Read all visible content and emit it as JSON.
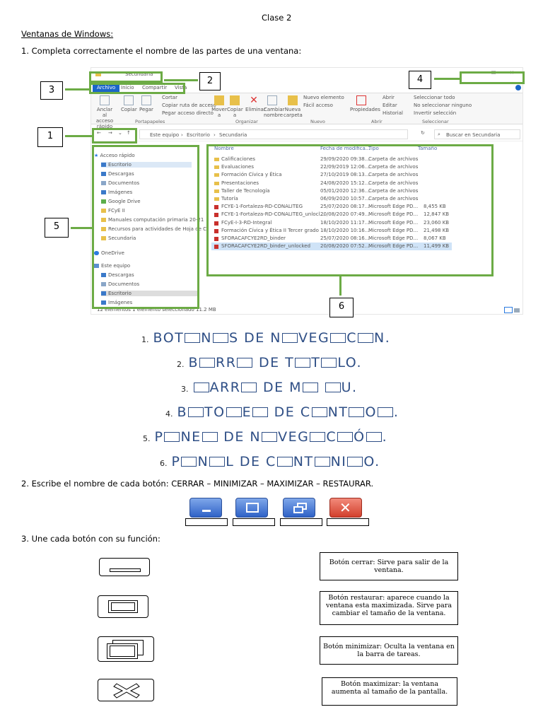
{
  "header": {
    "class_title": "Clase 2",
    "topic": "Ventanas de Windows:",
    "q1": "1. Completa correctamente el nombre de las partes de una ventana:",
    "q2": "2. Escribe el nombre de cada botón: CERRAR – MINIMIZAR – MAXIMIZAR – RESTAURAR.",
    "q3": "3. Une cada botón con su función:"
  },
  "explorer": {
    "window_title": "Secundaria",
    "tabs": [
      "Archivo",
      "Inicio",
      "Compartir",
      "Vista"
    ],
    "ribbon": {
      "pin": "Anclar al acceso rápido",
      "copy": "Copiar",
      "paste": "Pegar",
      "cut": "Cortar",
      "copy_path": "Copiar ruta de acceso",
      "paste_shortcut": "Pegar acceso directo",
      "move": "Mover a",
      "copy_to": "Copiar a",
      "delete": "Eliminar",
      "rename": "Cambiar nombre",
      "new_folder": "Nueva carpeta",
      "new_item": "Nuevo elemento",
      "easy_access": "Fácil acceso",
      "properties": "Propiedades",
      "open": "Abrir",
      "edit": "Editar",
      "history": "Historial",
      "select_all": "Seleccionar todo",
      "select_none": "No seleccionar ninguno",
      "invert": "Invertir selección",
      "groups": [
        "Portapapeles",
        "Organizar",
        "Nuevo",
        "Abrir",
        "Seleccionar"
      ]
    },
    "address": {
      "path": [
        "Este equipo",
        "Escritorio",
        "Secundaria"
      ],
      "search_placeholder": "Buscar en Secundaria"
    },
    "nav": {
      "quick_access": "Acceso rápido",
      "items": [
        "Escritorio",
        "Descargas",
        "Documentos",
        "Imágenes",
        "Google Drive",
        "FCyE II",
        "Manuales computación primaria 20-21",
        "Recursos para actividades de Hoja de C",
        "Secundaria"
      ],
      "onedrive": "OneDrive",
      "this_pc": "Este equipo",
      "pc_items": [
        "Descargas",
        "Documentos",
        "Escritorio",
        "Imágenes"
      ]
    },
    "columns": [
      "Nombre",
      "Fecha de modifica...",
      "Tipo",
      "Tamaño"
    ],
    "files": [
      {
        "name": "Calificaciones",
        "date": "29/09/2020 09:38...",
        "type": "Carpeta de archivos",
        "size": "",
        "kind": "folder"
      },
      {
        "name": "Evaluaciones",
        "date": "22/09/2019 12:06...",
        "type": "Carpeta de archivos",
        "size": "",
        "kind": "folder"
      },
      {
        "name": "Formación Cívica y Ética",
        "date": "27/10/2019 08:13...",
        "type": "Carpeta de archivos",
        "size": "",
        "kind": "folder"
      },
      {
        "name": "Presentaciones",
        "date": "24/08/2020 15:12...",
        "type": "Carpeta de archivos",
        "size": "",
        "kind": "folder"
      },
      {
        "name": "Taller de Tecnología",
        "date": "05/01/2020 12:36...",
        "type": "Carpeta de archivos",
        "size": "",
        "kind": "folder"
      },
      {
        "name": "Tutoría",
        "date": "06/09/2020 10:57...",
        "type": "Carpeta de archivos",
        "size": "",
        "kind": "folder"
      },
      {
        "name": "FCYE-1-Fortaleza-RD-CONALITEG",
        "date": "25/07/2020 08:17...",
        "type": "Microsoft Edge PD...",
        "size": "8,455 KB",
        "kind": "pdf"
      },
      {
        "name": "FCYE-1-Fortaleza-RD-CONALITEG_unlocl...",
        "date": "20/08/2020 07:49...",
        "type": "Microsoft Edge PD...",
        "size": "12,847 KB",
        "kind": "pdf"
      },
      {
        "name": "FCyE-I-3-RD-Integral",
        "date": "18/10/2020 11:17...",
        "type": "Microsoft Edge PD...",
        "size": "23,060 KB",
        "kind": "pdf"
      },
      {
        "name": "Formación Cívica y Ética II Tercer grado",
        "date": "18/10/2020 10:16...",
        "type": "Microsoft Edge PD...",
        "size": "21,498 KB",
        "kind": "pdf"
      },
      {
        "name": "SFORACAFCYE2RD_binder",
        "date": "25/07/2020 08:16...",
        "type": "Microsoft Edge PD...",
        "size": "8,067 KB",
        "kind": "pdf"
      },
      {
        "name": "SFORACAFCYE2RD_binder_unlocked",
        "date": "20/08/2020 07:52...",
        "type": "Microsoft Edge PD...",
        "size": "11,499 KB",
        "kind": "pdf"
      }
    ],
    "status": "12 elementos    1 elemento seleccionado  11.2 MB"
  },
  "callouts": [
    "1",
    "2",
    "3",
    "4",
    "5",
    "6"
  ],
  "fill_in": [
    {
      "n": "1.",
      "parts": [
        "BOT",
        "_",
        "N",
        "_",
        "S DE N",
        "_",
        "VEG",
        "_",
        "C",
        "_",
        "N."
      ]
    },
    {
      "n": "2.",
      "parts": [
        "B",
        "_",
        "RR",
        "_",
        " DE T",
        "_",
        "T",
        "_",
        "LO."
      ]
    },
    {
      "n": "3.",
      "parts": [
        "",
        "_",
        "ARR",
        "_",
        " DE M",
        "_",
        " ",
        "_",
        "U."
      ]
    },
    {
      "n": "4.",
      "parts": [
        "B",
        "_",
        "TO",
        "_",
        "E",
        "_",
        " DE C",
        "_",
        "NT",
        "_",
        "O",
        "_",
        "."
      ]
    },
    {
      "n": "5.",
      "parts": [
        "P",
        "_",
        "NE",
        "_",
        " DE N",
        "_",
        "VEG",
        "_",
        "C",
        "_",
        "Ó",
        "_",
        "."
      ]
    },
    {
      "n": "6.",
      "parts": [
        "P",
        "_",
        "N",
        "_",
        "L DE C",
        "_",
        "NT",
        "_",
        "NI",
        "_",
        "O."
      ]
    }
  ],
  "functions": [
    "Botón cerrar: Sirve para salir de la ventana.",
    "Botón restaurar: aparece cuando la ventana esta maximizada. Sirve para cambiar el tamaño de la ventana.",
    "Botón minimizar: Oculta la ventana en la barra de tareas.",
    "Botón maximizar: la ventana aumenta al tamaño de la pantalla."
  ],
  "colors": {
    "callout_green": "#6cab45",
    "fill_text_blue": "#2f4f86",
    "win_blue": "#1a66c8"
  }
}
